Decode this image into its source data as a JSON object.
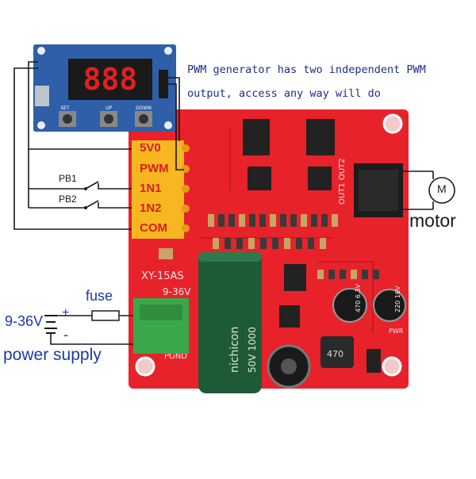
{
  "description_lines": [
    "PWM generator has two independent PWM",
    "output, access any way will do"
  ],
  "generator": {
    "digits": "888",
    "button_labels": [
      "SET",
      "UP",
      "DOWN"
    ]
  },
  "terminal_labels": [
    "5V0",
    "PWM",
    "1N1",
    "1N2",
    "COM"
  ],
  "switch_labels": [
    "PB1",
    "PB2"
  ],
  "board": {
    "model": "XY-15AS",
    "voltage": "9-36V",
    "out_label": "OUT1 OUT2",
    "pgnd": "PGND",
    "pwr": "PWR",
    "cap_brand": "nichicon",
    "cap_value": "50V 1000",
    "cap_small1": "470 6.3V",
    "cap_small2": "220 16V",
    "inductor": "470"
  },
  "motor": {
    "symbol": "M",
    "label": "motor"
  },
  "power": {
    "fuse": "fuse",
    "voltage": "9-36V",
    "plus": "+",
    "minus": "-",
    "label": "power supply"
  },
  "colors": {
    "pcb": "#e8222a",
    "pcb_dark": "#b3141b",
    "generator_pcb": "#2f5fa8",
    "lcd": "#1a1a1a",
    "digit": "#e02020",
    "terminal_yellow": "#f7b720",
    "terminal_text": "#d62020",
    "connector_black": "#1c1c1c",
    "green_block": "#3aa84a",
    "cap_green": "#1f5a36",
    "wire": "#1a1a1a",
    "blue_text": "#1b3aa8"
  }
}
